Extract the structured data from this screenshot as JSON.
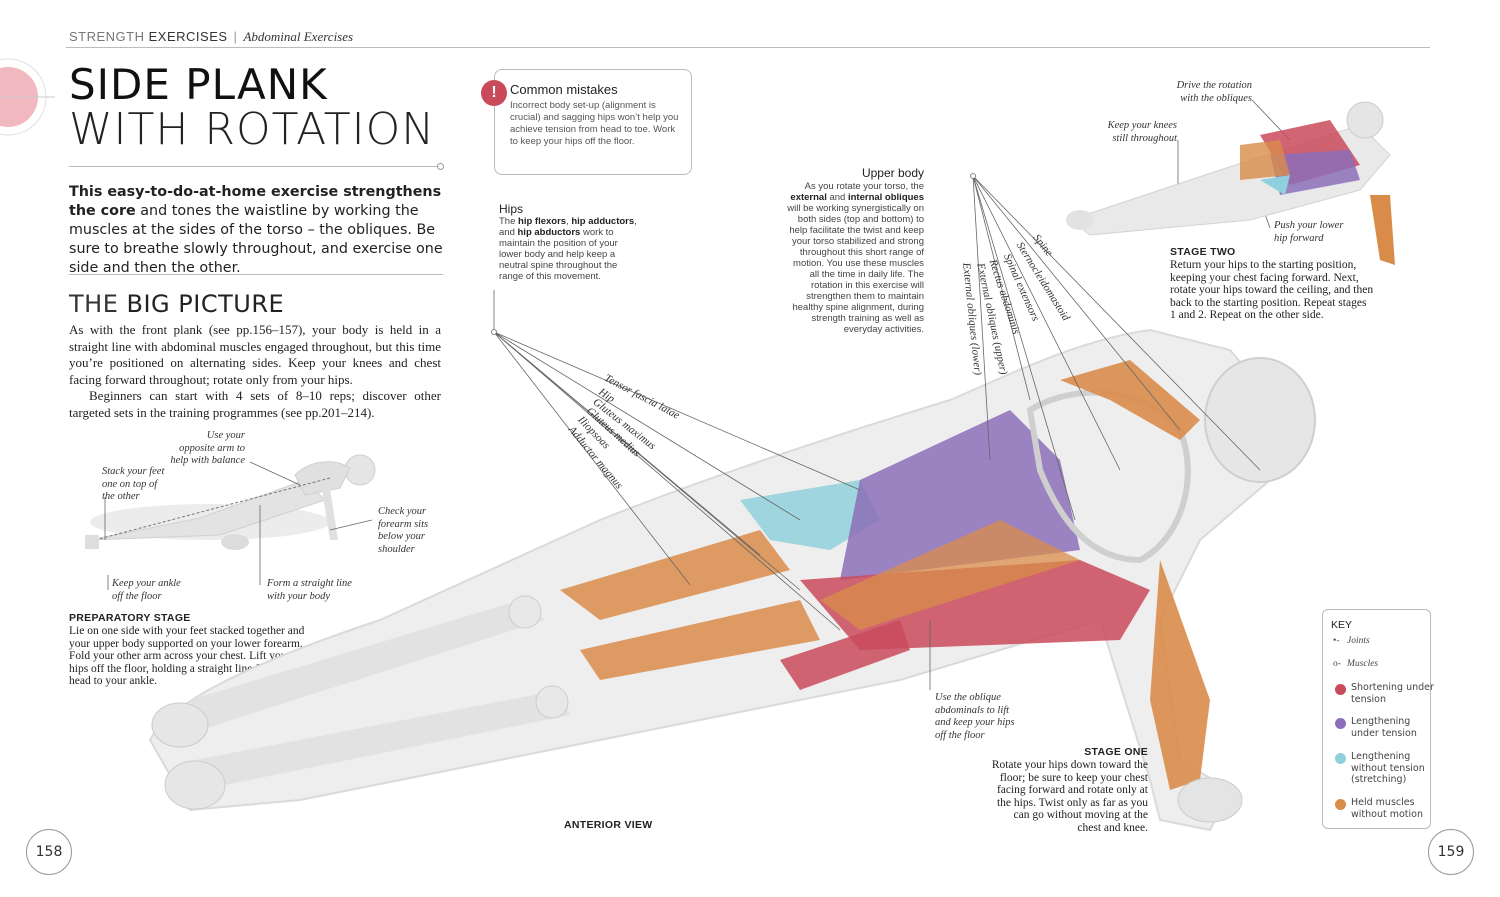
{
  "header": {
    "section_light": "STRENGTH",
    "section_bold": "EXERCISES",
    "sub": "Abdominal Exercises"
  },
  "title": {
    "line1": "SIDE PLANK",
    "line2": "WITH ROTATION"
  },
  "intro": {
    "lead": "This easy-to-do-at-home exercise strengthens the core",
    "rest": "and tones the waistline by working the muscles at the sides of the torso – the obliques. Be sure to breathe slowly throughout, and exercise one side and then the other."
  },
  "big_picture": {
    "heading_light": "THE",
    "heading_bold": "BIG PICTURE",
    "p1": "As with the front plank (see pp.156–157), your body is held in a straight line with abdominal muscles engaged throughout, but this time you’re positioned on alternating sides. Keep your knees and chest facing forward throughout; rotate only from your hips.",
    "p2": "Beginners can start with 4 sets of 8–10 reps; discover other targeted sets in the training programmes (see pp.201–214)."
  },
  "prep_captions": {
    "opposite_arm": "Use your opposite arm to help with balance",
    "stack_feet": "Stack your feet one on top of the other",
    "check_forearm": "Check your forearm sits below your shoulder",
    "ankle": "Keep your ankle off the floor",
    "straight_line": "Form a straight line with your body"
  },
  "prep_stage": {
    "heading": "PREPARATORY STAGE",
    "text": "Lie on one side with your feet stacked together and your upper body supported on your lower forearm. Fold your other arm across your chest. Lift your hips off the floor, holding a straight line from your head to your ankle."
  },
  "common_mistakes": {
    "icon": "!",
    "title": "Common mistakes",
    "text": "Incorrect body set-up (alignment is crucial) and sagging hips won’t help you achieve tension from head to toe. Work to keep your hips off the floor."
  },
  "hips": {
    "title": "Hips",
    "t1": "The ",
    "m1": "hip flexors",
    "t2": ", ",
    "m2": "hip adductors",
    "t3": ", and ",
    "m3": "hip abductors",
    "t4": " work to maintain the position of your lower body and help keep a neutral spine throughout the range of this movement."
  },
  "upper_body": {
    "title_light": "Upper ",
    "title_bold": "body",
    "t1": "As you rotate your torso, the ",
    "m1": "external",
    "t2": " and ",
    "m2": "internal obliques",
    "t3": " will be working synergistically on both sides (top and bottom) to help facilitate the twist and keep your torso stabilized and strong throughout this short range of motion. You use these muscles all the time in daily life. The rotation in this exercise will strengthen them to maintain healthy spine alignment, during strength training as well as everyday activities."
  },
  "hip_labels": [
    "Tensor fascia latae",
    "Hip",
    "Gluteus maximus",
    "Gluteus medius",
    "Iliopsoas",
    "Adductor magnus"
  ],
  "upper_labels": [
    "Spine",
    "Sternocleidomastoid",
    "Spinal extensors",
    "Rectus abdominis",
    "External obliques (upper)",
    "External obliques (lower)"
  ],
  "stage_two_captions": {
    "drive": "Drive the rotation with the obliques",
    "knees": "Keep your knees still throughout",
    "push": "Push your lower hip forward"
  },
  "stage_two": {
    "heading": "STAGE TWO",
    "text": "Return your hips to the starting position, keeping your chest facing forward. Next, rotate your hips toward the ceiling, and then back to the starting position. Repeat stages 1 and 2. Repeat on the other side."
  },
  "oblique_caption": "Use the oblique abdominals to lift and keep your hips off the floor",
  "stage_one": {
    "heading": "STAGE ONE",
    "text": "Rotate your hips down toward the floor; be sure to keep your chest facing forward and rotate only at the hips. Twist only as far as you can go without moving at the chest and knee."
  },
  "view_label": "ANTERIOR VIEW",
  "key": {
    "title": "KEY",
    "joints": "Joints",
    "muscles": "Muscles",
    "items": [
      {
        "label": "Shortening under tension",
        "color": "#c94a5a"
      },
      {
        "label": "Lengthening under tension",
        "color": "#8c6fb8"
      },
      {
        "label": "Lengthening without tension (stretching)",
        "color": "#8fd0dc"
      },
      {
        "label": "Held muscles without motion",
        "color": "#d98c4a"
      }
    ]
  },
  "page_left": "158",
  "page_right": "159",
  "colors": {
    "shortening": "#c94a5a",
    "lengthening": "#8c6fb8",
    "stretching": "#8fd0dc",
    "held": "#d98c4a",
    "accent": "#f2b8bf",
    "skeleton": "#e4e4e4"
  }
}
